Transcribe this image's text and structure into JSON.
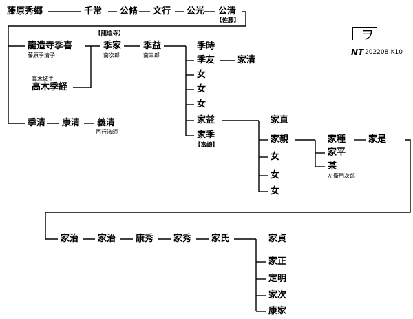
{
  "persons": {
    "fujiwara_hidesato": "藤原秀郷",
    "chitsune": "千常",
    "kinsuke": "公脩",
    "fumiyuki": "文行",
    "kinmitsu": "公光",
    "kinkiyo": "公清",
    "ryuzoji_suekiyo": "龍造寺季喜",
    "takagi_suetsune": "高木季経",
    "suekiyo": "季清",
    "yasukiyo": "康清",
    "yoshikiyo": "義清",
    "sueie": "季家",
    "suemasu": "季益",
    "suetoki": "季時",
    "suetomo": "季友",
    "iekiyo": "家清",
    "onna1": "女",
    "onna2": "女",
    "onna3": "女",
    "iemasu": "家益",
    "iesue": "家季",
    "ienao": "家直",
    "iechika": "家親",
    "onna4": "女",
    "onna5": "女",
    "onna6": "女",
    "ietane": "家種",
    "iekore": "家是",
    "iehira": "家平",
    "bou": "某",
    "ieharu1": "家治",
    "ieharu2": "家治",
    "iehide1": "康秀",
    "iehide2": "家秀",
    "ieuji": "家氏",
    "iesada": "家貞",
    "iemasa": "家正",
    "sadaaki": "定明",
    "ietsugu": "家次",
    "yasuie": "康家"
  },
  "notes": {
    "sato_bracket": "【佐藤】",
    "ryuzoji_bracket": "【龍造寺】",
    "tomisaki_bracket": "【富崎】",
    "fujiwara_suekiyo_ko": "藤原季清子",
    "takagi_jou": "高木城主",
    "minami_jiro": "南次郎",
    "minami_saburo": "南三郎",
    "saigyo": "西行法師",
    "saemon_jiro": "左衛門次郎"
  },
  "mark": {
    "symbol": "ヲ",
    "initials": "NT",
    "code": "202208-K10"
  }
}
